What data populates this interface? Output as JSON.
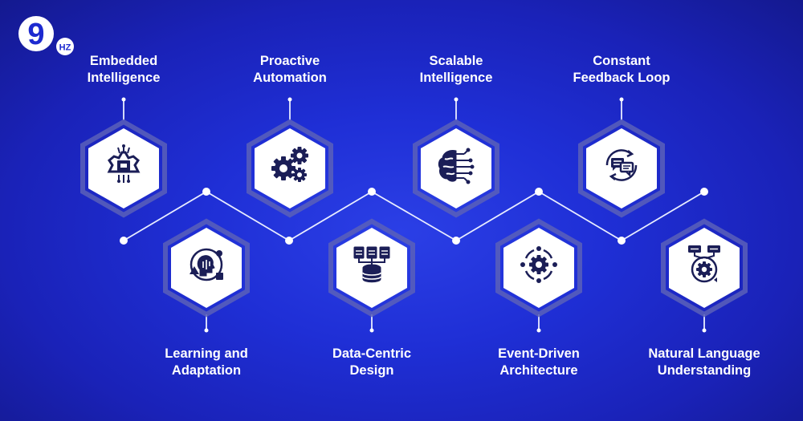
{
  "brand": {
    "logo_text": "9",
    "logo_suffix": "HZ"
  },
  "colors": {
    "bg_center": "#2b3fe6",
    "bg_edge": "#14198f",
    "hex_fill": "#ffffff",
    "hex_ring": "#5a60b8",
    "icon": "#1b1e57",
    "line": "#e8ecff"
  },
  "top_row": [
    {
      "line1": "Embedded",
      "line2": "Intelligence",
      "icon": "chip-gear-icon"
    },
    {
      "line1": "Proactive",
      "line2": "Automation",
      "icon": "gears-icon"
    },
    {
      "line1": "Scalable",
      "line2": "Intelligence",
      "icon": "brain-circuit-icon"
    },
    {
      "line1": "Constant",
      "line2": "Feedback Loop",
      "icon": "chat-loop-icon"
    }
  ],
  "bottom_row": [
    {
      "line1": "Learning and",
      "line2": "Adaptation",
      "icon": "head-learning-icon"
    },
    {
      "line1": "Data-Centric",
      "line2": "Design",
      "icon": "database-icon"
    },
    {
      "line1": "Event-Driven",
      "line2": "Architecture",
      "icon": "event-gear-icon"
    },
    {
      "line1": "Natural Language",
      "line2": "Understanding",
      "icon": "nlu-gear-icon"
    }
  ]
}
